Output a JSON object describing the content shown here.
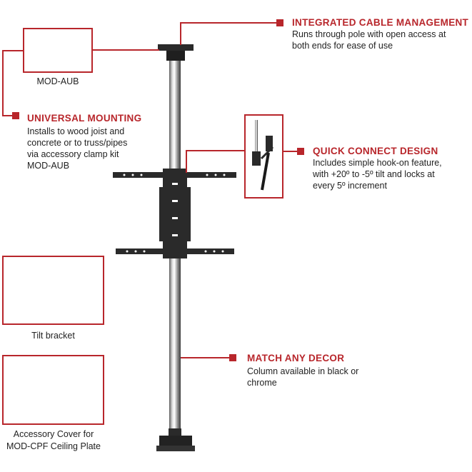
{
  "features": {
    "cable": {
      "heading": "INTEGRATED CABLE MANAGEMENT",
      "lines": [
        "Runs through pole with open access at",
        "both ends for ease of use"
      ]
    },
    "mounting": {
      "heading": "UNIVERSAL MOUNTING",
      "lines": [
        "Installs to wood joist and",
        "concrete or to truss/pipes",
        "via accessory clamp kit",
        "MOD-AUB"
      ]
    },
    "quick": {
      "heading": "QUICK CONNECT DESIGN",
      "lines": [
        "Includes simple hook-on feature,",
        "with +20º to -5º tilt and locks at",
        "every 5º increment"
      ]
    },
    "decor": {
      "heading": "MATCH ANY DECOR",
      "lines": [
        "Column available in black or",
        "chrome"
      ]
    }
  },
  "captions": {
    "clamp": "MOD-AUB",
    "tilt": "Tilt bracket",
    "cover": [
      "Accessory Cover for",
      "MOD-CPF Ceiling Plate"
    ]
  },
  "colors": {
    "accent": "#b8262b",
    "text": "#222222",
    "metal": "#c9c9c9",
    "black": "#222222"
  }
}
